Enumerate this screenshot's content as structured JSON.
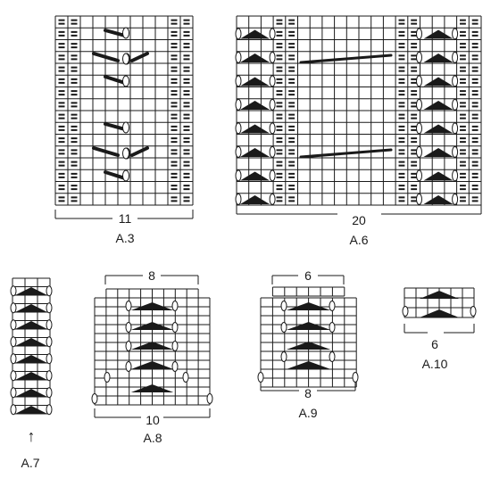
{
  "charts": [
    {
      "name": "A.3",
      "stitch_count": "11",
      "label": "A.3"
    },
    {
      "name": "A.6",
      "stitch_count": "20",
      "label": "A.6"
    },
    {
      "name": "A.7",
      "label": "A.7",
      "arrow": "↑"
    },
    {
      "name": "A.8",
      "top_count": "8",
      "bottom_count": "10",
      "label": "A.8"
    },
    {
      "name": "A.9",
      "top_count": "6",
      "bottom_count": "8",
      "label": "A.9"
    },
    {
      "name": "A.10",
      "bottom_count": "6",
      "label": "A.10"
    }
  ],
  "colors": {
    "line": "#1a1a1a",
    "background": "#ffffff"
  },
  "symbols": [
    "purl-dash",
    "yarn-over-oval",
    "triangle-decrease",
    "cable-slash"
  ]
}
